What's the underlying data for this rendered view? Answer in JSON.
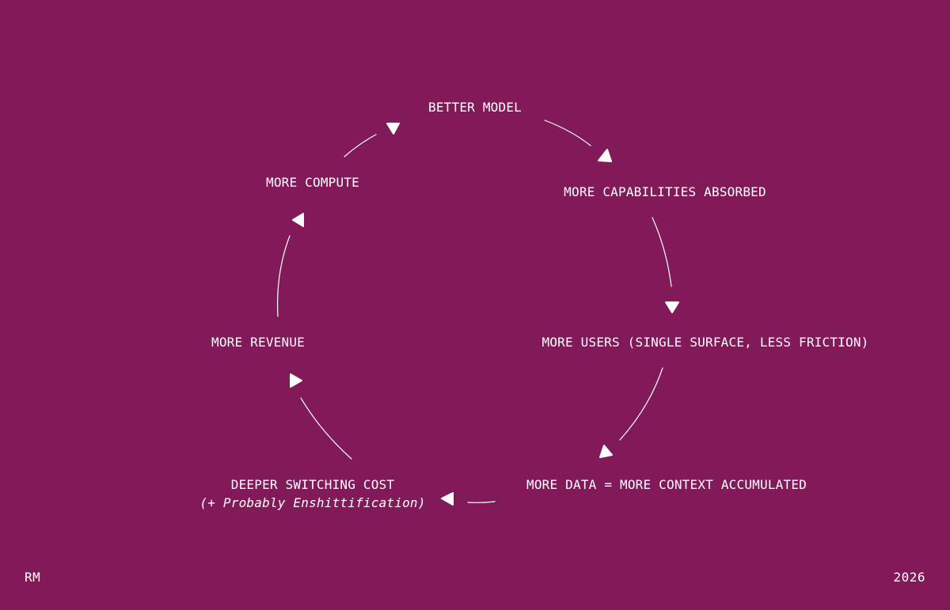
{
  "diagram": {
    "nodes": {
      "better_model": "BETTER MODEL",
      "more_capabilities": "MORE CAPABILITIES ABSORBED",
      "more_users": "MORE USERS (SINGLE SURFACE, LESS FRICTION)",
      "more_data": "MORE DATA = MORE CONTEXT ACCUMULATED",
      "deeper_switching": "DEEPER SWITCHING COST",
      "deeper_switching_sub": "(+ Probably Enshittification)",
      "more_revenue": "MORE REVENUE",
      "more_compute": "MORE COMPUTE"
    }
  },
  "footer": {
    "author": "RM",
    "year": "2026"
  }
}
